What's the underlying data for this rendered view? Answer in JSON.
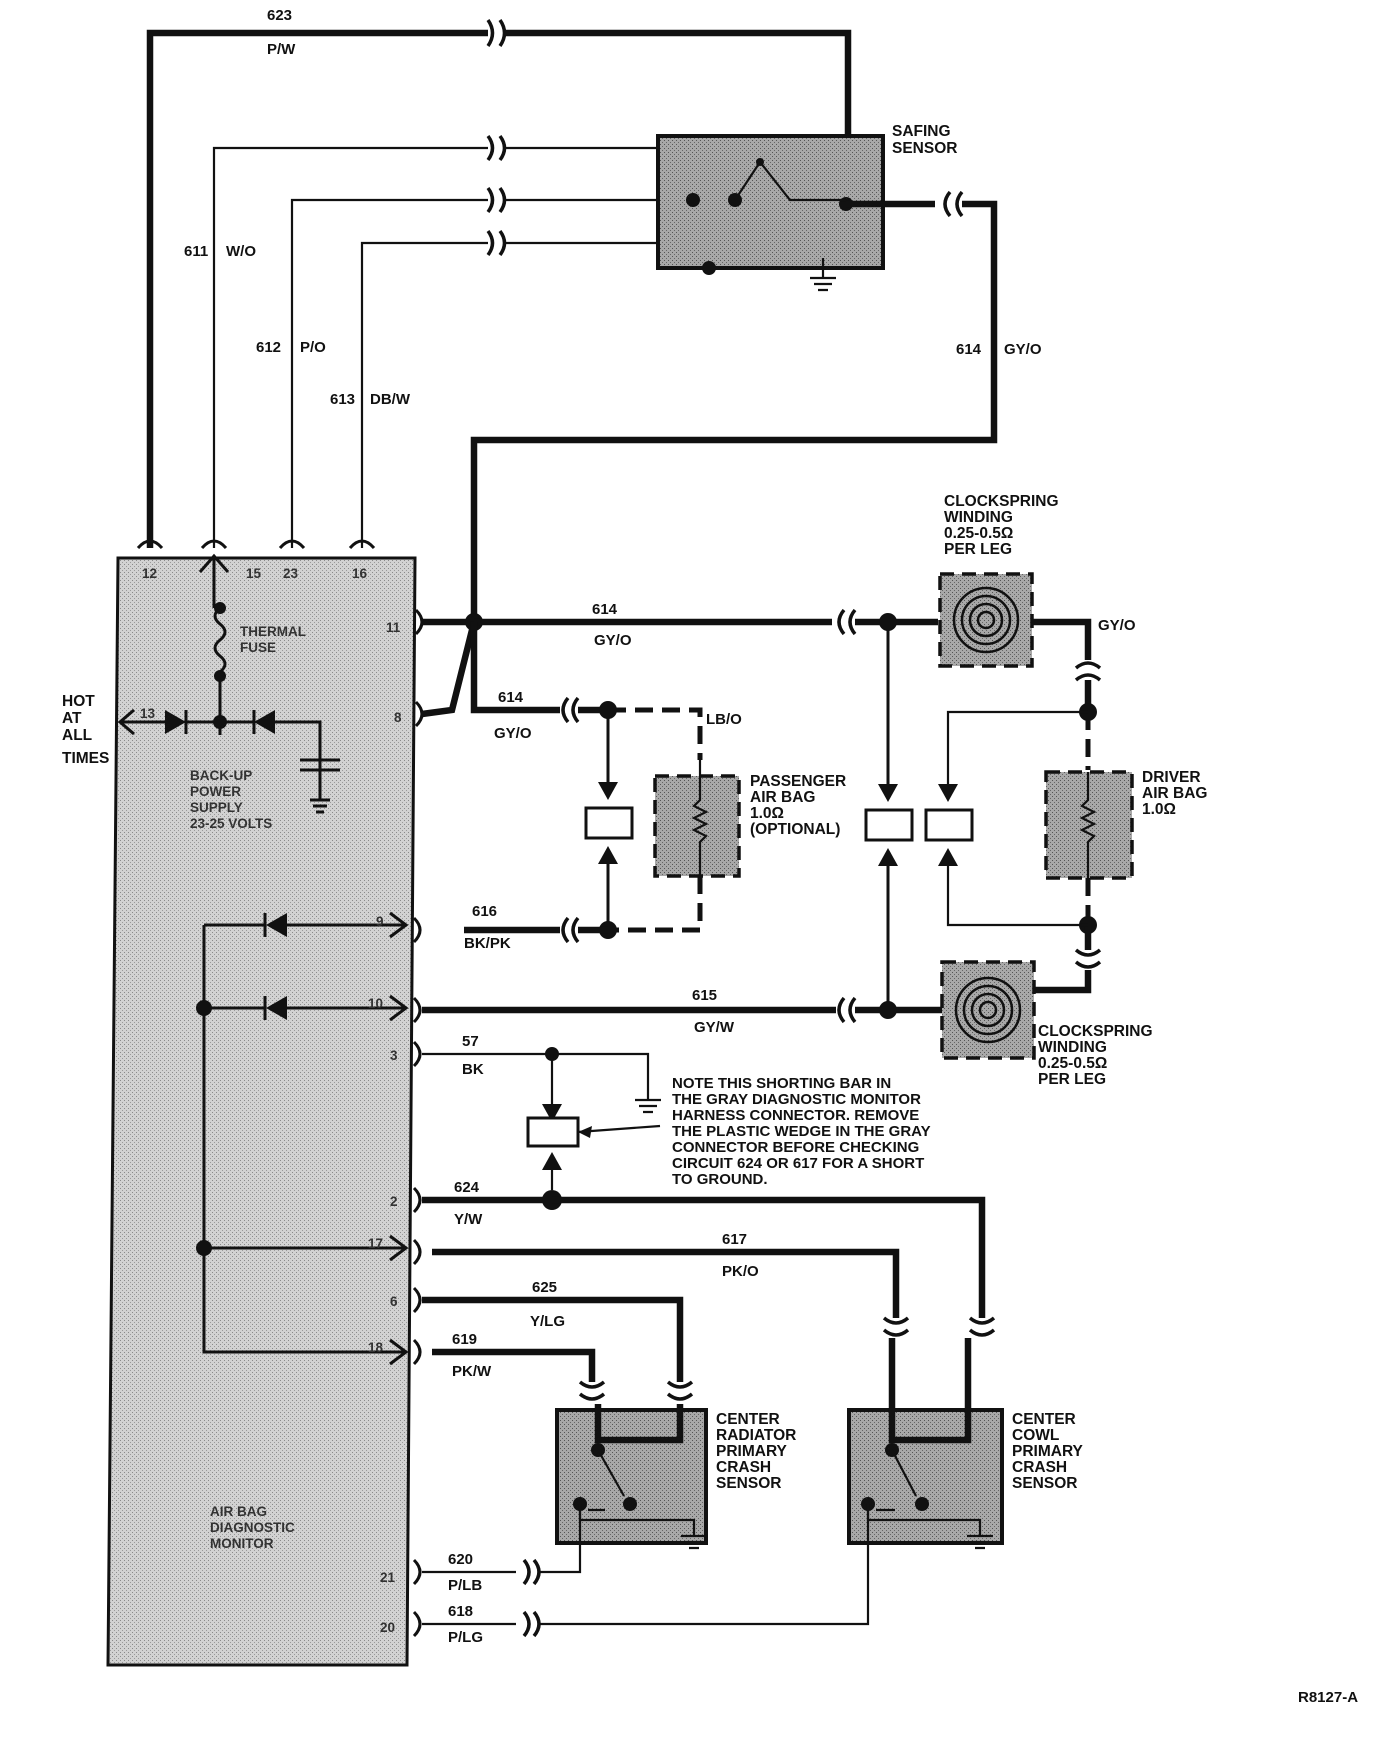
{
  "monitor": {
    "label_lines": [
      "AIR BAG",
      "DIAGNOSTIC",
      "MONITOR"
    ],
    "hot_at_all_times_lines": [
      "HOT",
      "AT",
      "ALL",
      "TIMES"
    ],
    "thermal_fuse_lines": [
      "THERMAL",
      "FUSE"
    ],
    "backup_supply_lines": [
      "BACK-UP",
      "POWER",
      "SUPPLY",
      "23-25 VOLTS"
    ],
    "pins": {
      "p12": "12",
      "p15": "15",
      "p23": "23",
      "p16": "16",
      "p11": "11",
      "p8": "8",
      "p13": "13",
      "p9": "9",
      "p10": "10",
      "p3": "3",
      "p2": "2",
      "p17": "17",
      "p6": "6",
      "p18": "18",
      "p21": "21",
      "p20": "20"
    }
  },
  "wires": {
    "w623": {
      "number": "623",
      "color": "P/W"
    },
    "w611": {
      "number": "611",
      "color": "W/O"
    },
    "w612": {
      "number": "612",
      "color": "P/O"
    },
    "w613": {
      "number": "613",
      "color": "DB/W"
    },
    "w614_top": {
      "number": "614",
      "color": "GY/O"
    },
    "w614_mid": {
      "number": "614",
      "color": "GY/O"
    },
    "w614_low": {
      "number": "614",
      "color": "GY/O"
    },
    "w614_right": {
      "color": "GY/O"
    },
    "w_lbo": {
      "color": "LB/O"
    },
    "w616": {
      "number": "616",
      "color": "BK/PK"
    },
    "w615": {
      "number": "615",
      "color": "GY/W"
    },
    "w57": {
      "number": "57",
      "color": "BK"
    },
    "w624": {
      "number": "624",
      "color": "Y/W"
    },
    "w617": {
      "number": "617",
      "color": "PK/O"
    },
    "w625": {
      "number": "625",
      "color": "Y/LG"
    },
    "w619": {
      "number": "619",
      "color": "PK/W"
    },
    "w620": {
      "number": "620",
      "color": "P/LB"
    },
    "w618": {
      "number": "618",
      "color": "P/LG"
    }
  },
  "components": {
    "safing_sensor": [
      "SAFING",
      "SENSOR"
    ],
    "clockspring_top": [
      "CLOCKSPRING",
      "WINDING",
      "0.25-0.5Ω",
      "PER LEG"
    ],
    "clockspring_bottom": [
      "CLOCKSPRING",
      "WINDING",
      "0.25-0.5Ω",
      "PER LEG"
    ],
    "passenger_air_bag": [
      "PASSENGER",
      "AIR BAG",
      "1.0Ω",
      "(OPTIONAL)"
    ],
    "driver_air_bag": [
      "DRIVER",
      "AIR BAG",
      "1.0Ω"
    ],
    "center_radiator_sensor": [
      "CENTER",
      "RADIATOR",
      "PRIMARY",
      "CRASH",
      "SENSOR"
    ],
    "center_cowl_sensor": [
      "CENTER",
      "COWL",
      "PRIMARY",
      "CRASH",
      "SENSOR"
    ]
  },
  "note_lines": [
    "NOTE THIS SHORTING BAR IN",
    "THE GRAY DIAGNOSTIC MONITOR",
    "HARNESS CONNECTOR. REMOVE",
    "THE PLASTIC WEDGE IN THE GRAY",
    "CONNECTOR BEFORE CHECKING",
    "CIRCUIT 624 OR 617 FOR A SHORT",
    "TO GROUND."
  ],
  "figure_code": "R8127-A"
}
